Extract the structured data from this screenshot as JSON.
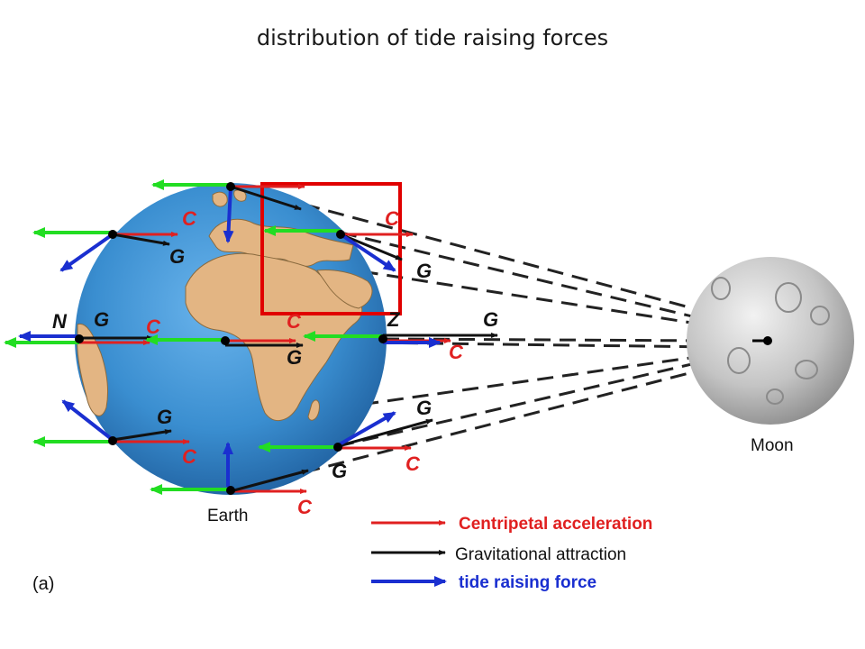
{
  "title": "distribution of tide raising forces",
  "labels": {
    "centripetal": "C",
    "gravitational": "G",
    "near_point": "Z",
    "far_point": "N",
    "earth": "Earth",
    "moon": "Moon",
    "panel": "(a)"
  },
  "legend": {
    "centripetal": "Centripetal acceleration",
    "gravitational": "Gravitational attraction",
    "tide": "tide raising force"
  },
  "colors": {
    "centripetal": "#e02020",
    "gravitational": "#111111",
    "tide": "#1a2fd0",
    "green": "#22dd22",
    "highlight": "#e00000",
    "ocean": "#3a8ed0",
    "land": "#e3b583",
    "moon": "#c8c8c8"
  }
}
